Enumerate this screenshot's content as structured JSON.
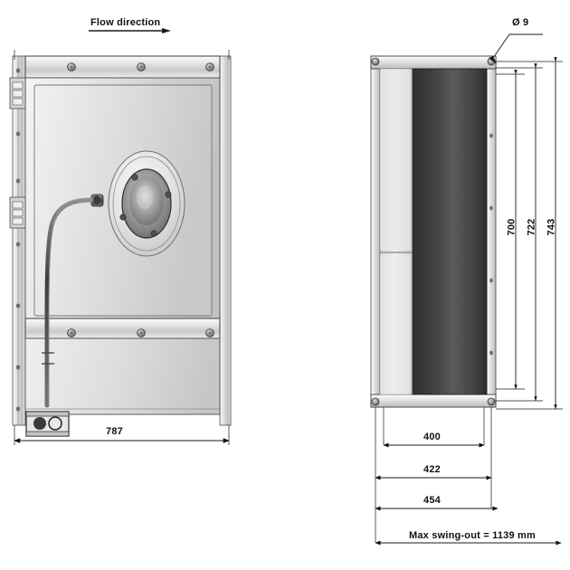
{
  "drawing": {
    "type": "technical-engineering-drawing",
    "subject": "Square inline duct fan / swing-out service panel",
    "units": "mm",
    "background_color": "#ffffff",
    "line_color": "#1a1a1a"
  },
  "annotations": {
    "flow_direction_label": "Flow direction",
    "diameter_label": "Ø 9"
  },
  "front_view": {
    "name": "front-view",
    "width_dimension": "787",
    "features": {
      "hinge_count": 2,
      "top_bolt_count": 3,
      "bottom_bolt_count": 3,
      "impeller_bolt_count": 4,
      "has_cable_gland": true,
      "has_junction_box": true
    }
  },
  "side_view": {
    "name": "side-view",
    "vertical_dimensions": [
      "700",
      "722",
      "743"
    ],
    "horizontal_dimensions": [
      "400",
      "422",
      "454"
    ],
    "swing_out_note": "Max swing-out = 1139 mm"
  },
  "dimension_list": {
    "d787": "787",
    "d700": "700",
    "d722": "722",
    "d743": "743",
    "d400": "400",
    "d422": "422",
    "d454": "454",
    "swing": "Max swing-out = 1139 mm",
    "dia9": "Ø 9",
    "flow": "Flow direction"
  }
}
